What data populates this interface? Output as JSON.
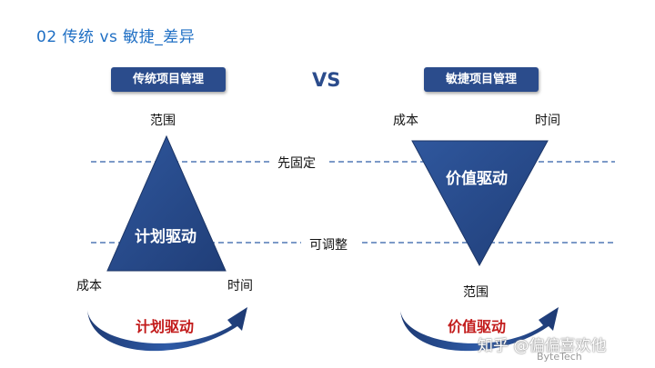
{
  "title": "02 传统 vs 敏捷_差异",
  "left_tag": "传统项目管理",
  "right_tag": "敏捷项目管理",
  "vs": "VS",
  "lines": {
    "fixed": "先固定",
    "adjustable": "可调整"
  },
  "traditional": {
    "top": "范围",
    "bottom_left": "成本",
    "bottom_right": "时间",
    "inner": "计划驱动",
    "arrow_label": "计划驱动"
  },
  "agile": {
    "top_left": "成本",
    "top_right": "时间",
    "bottom": "范围",
    "inner": "价值驱动",
    "arrow_label": "价值驱动"
  },
  "watermark": "知乎 @偏偏喜欢他",
  "watermark2": "ByteTech",
  "colors": {
    "primary": "#2b4c8c",
    "accent_red": "#c21b1b",
    "title_blue": "#1f6fc4",
    "dash": "#2f5ea8"
  }
}
